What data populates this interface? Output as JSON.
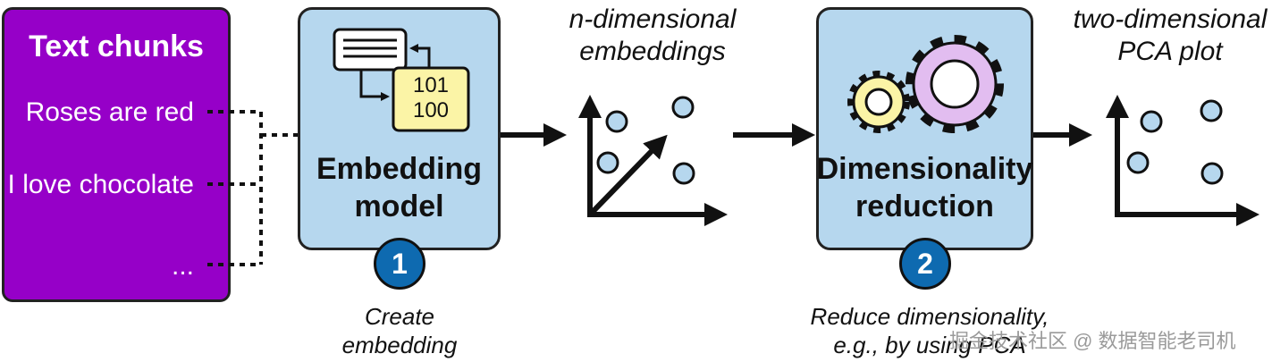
{
  "text_chunks": {
    "title": "Text chunks",
    "items": [
      "Roses are red",
      "I love chocolate",
      "..."
    ]
  },
  "step1": {
    "number": "1",
    "label_line1": "Embedding",
    "label_line2": "model",
    "caption_line1": "Create",
    "caption_line2": "embedding",
    "binary_line1": "101",
    "binary_line2": "100"
  },
  "nd_plot": {
    "label_line1": "n-dimensional",
    "label_line2": "embeddings"
  },
  "step2": {
    "number": "2",
    "label_line1": "Dimensionality",
    "label_line2": "reduction",
    "caption_line1": "Reduce dimensionality,",
    "caption_line2": "e.g., by using PCA"
  },
  "pca_plot": {
    "label_line1": "two-dimensional",
    "label_line2": "PCA plot"
  },
  "watermark": "掘金技术社区 @ 数据智能老司机",
  "colors": {
    "chunks_bg": "#9600c8",
    "box_bg": "#b6d7ee",
    "badge": "#0e6ab0",
    "gear_small": "#fbf4a6",
    "gear_large": "#e2bdf0",
    "doc_card": "#fbf4a6",
    "dot": "#b6d7ee"
  }
}
